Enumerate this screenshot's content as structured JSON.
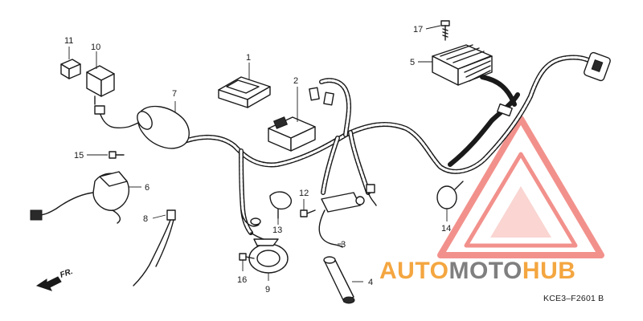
{
  "callouts": {
    "c1": "1",
    "c2": "2",
    "c3": "3",
    "c4": "4",
    "c5": "5",
    "c6": "6",
    "c7": "7",
    "c8": "8",
    "c9": "9",
    "c10": "10",
    "c11": "11",
    "c12": "12",
    "c13": "13",
    "c14": "14",
    "c15": "15",
    "c16": "16",
    "c17": "17"
  },
  "diagram_code": "KCE3–F2601 B",
  "front_marker": "FR.",
  "watermark": {
    "part1": "AUTO",
    "part2": "MOTO",
    "part3": "HUB",
    "color_orange": "#f4a640",
    "color_gray": "#7f7f7f",
    "color_red": "#e8392f"
  }
}
